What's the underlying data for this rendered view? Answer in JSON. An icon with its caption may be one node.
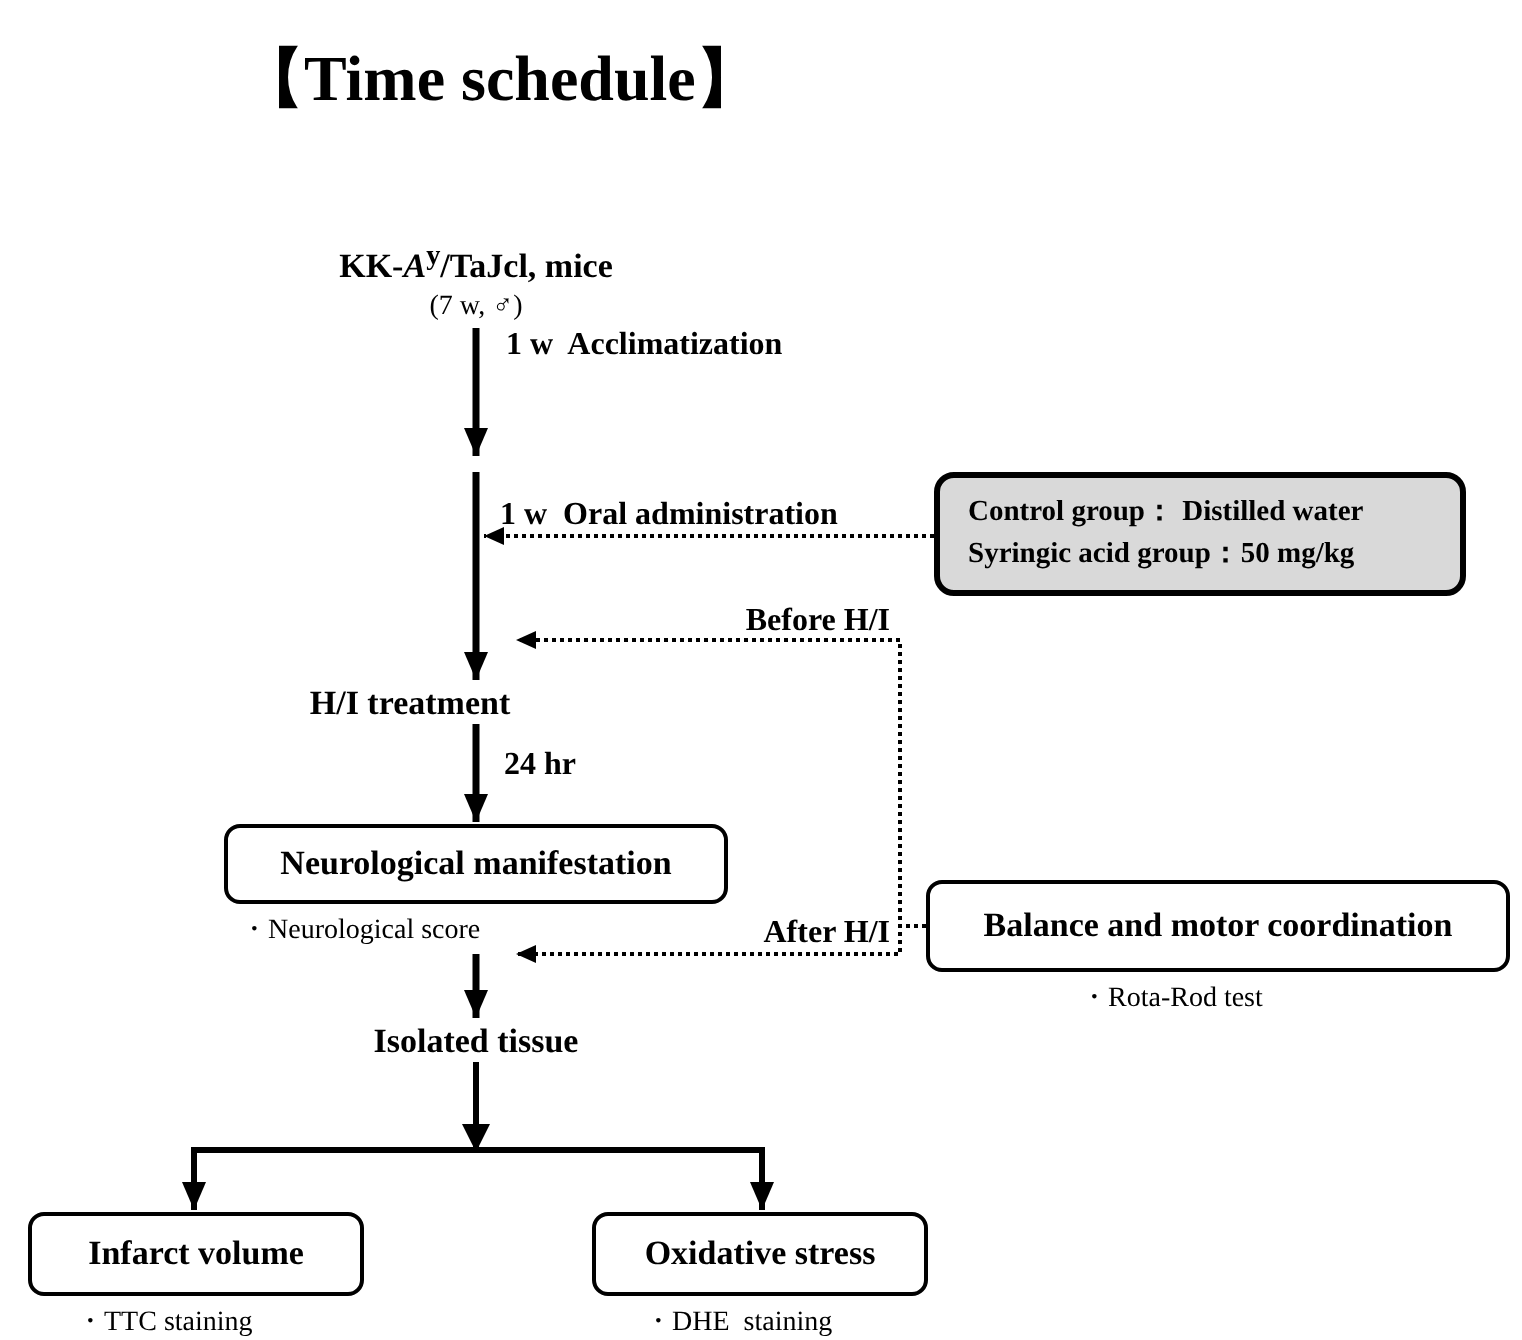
{
  "diagram": {
    "title": "【Time schedule】",
    "nodes": [
      {
        "text": [
          "KK-*A*$^{y}$/TaJcl, mice"
        ],
        "beside": [
          "(7 w, ♂)"
        ]
      },
      {
        "text": [
          "Control group： Distilled water",
          "Syringic acid group：50 mg/kg"
        ]
      },
      {
        "text": [
          "H/I treatment"
        ]
      },
      {
        "text": [
          "Balance and motor coordination"
        ],
        "beside": [
          "・Rota-Rod test"
        ]
      },
      {
        "text": [
          "Neurological manifestation"
        ],
        "beside": [
          "・Neurological score"
        ]
      },
      {
        "text": [
          "Isolated tissue"
        ]
      },
      {
        "text": [
          "Infarct volume"
        ],
        "beside": [
          "・TTC staining"
        ]
      },
      {
        "text": [
          "Oxidative stress"
        ],
        "beside": [
          "・DHE  staining"
        ]
      }
    ],
    "edges": [
      {
        "from": 0,
        "to": null,
        "arrow": "to",
        "label": "1 w  Acclimatization"
      },
      {
        "from": null,
        "to": 2,
        "arrow": "to"
      },
      {
        "from": 1,
        "to": null,
        "arrow": "to",
        "label": "1 w  Oral administration",
        "style": "dashed"
      },
      {
        "from": 3,
        "to": 2,
        "arrow": "to",
        "label": "Before H/I",
        "style": "dashed"
      },
      {
        "from": 3,
        "to": 4,
        "arrow": "to",
        "label": "After H/I",
        "style": "dashed"
      },
      {
        "from": 2,
        "to": 4,
        "arrow": "to",
        "label": "24 hr"
      },
      {
        "from": 4,
        "to": 5,
        "arrow": "to"
      },
      {
        "from": 5,
        "to": 6,
        "arrow": "to"
      },
      {
        "from": 5,
        "to": 7,
        "arrow": "to"
      }
    ]
  }
}
